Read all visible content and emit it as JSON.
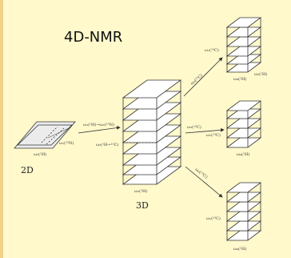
{
  "diagram": {
    "title": "4D-NMR",
    "label_2d": "2D",
    "label_3d": "3D",
    "arrows": {
      "a2d_to_3d": "ω₁(¹H)→ω₂(¹⁵N)",
      "a3d_top": "ω₂(¹³C)",
      "a3d_mid": "ω₂(¹³C)",
      "a3d_bot": "ω₂(¹³C)"
    },
    "plane_2d": {
      "x_label": "ω₂(¹H)",
      "y_label": "ω₁(¹⁵N)"
    },
    "cube_3d": {
      "x_label": "ω₃(¹H)",
      "y_label": "ω₂(¹H→¹³C)"
    },
    "cube_4d_top": {
      "side_label": "ω₁(¹³C)",
      "bottom_label": "ω₄(¹H)",
      "right_label": "ω₂(¹H)"
    },
    "cube_4d_mid": {
      "side_label": "ω₁(¹³C)",
      "bottom_label": "ω₄(¹H)"
    },
    "cube_4d_bot": {
      "side_label": "ω₁(¹³C)",
      "bottom_label": "ω₄(¹H)"
    }
  }
}
